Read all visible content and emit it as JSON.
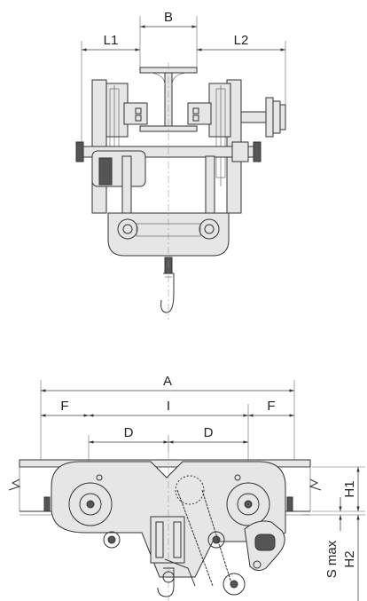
{
  "labels": {
    "B": "B",
    "L1": "L1",
    "L2": "L2",
    "A": "A",
    "F_left": "F",
    "I": "I",
    "F_right": "F",
    "D_left": "D",
    "D_right": "D",
    "H1": "H1",
    "S_max": "S max",
    "H2": "H2"
  },
  "colors": {
    "line": "#333333",
    "fill": "#e6e6e6",
    "background": "#ffffff"
  }
}
